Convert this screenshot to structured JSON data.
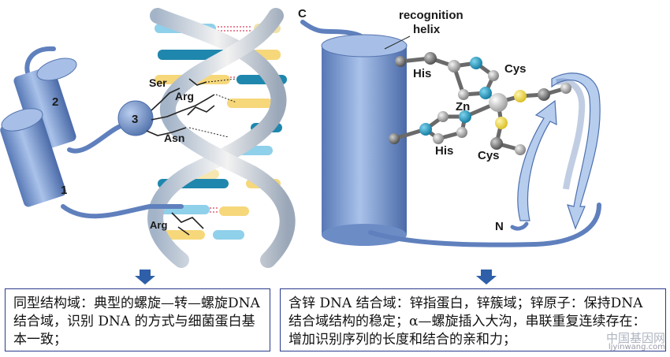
{
  "labels": {
    "helix_1": "1",
    "helix_2": "2",
    "helix_3": "3",
    "ser": "Ser",
    "arg_top": "Arg",
    "asn": "Asn",
    "arg_bottom": "Arg",
    "c_terminus": "C",
    "recognition_line1": "recognition",
    "recognition_line2": "helix",
    "his_top": "His",
    "cys_top": "Cys",
    "zn": "Zn",
    "his_bottom": "His",
    "cys_bottom": "Cys",
    "n_terminus": "N"
  },
  "captions": {
    "left": "同型结构域：典型的螺旋—转—螺旋DNA 结合域，识别 DNA 的方式与细菌蛋白基本一致；",
    "right": "含锌 DNA 结合域：锌指蛋白，锌簇域；锌原子：保持DNA 结合域结构的稳定；α—螺旋插入大沟，串联重复连续存在：增加识别序列的长度和结合的亲和力；"
  },
  "watermark": {
    "line1": "中国基因网",
    "line2": "ljyinwang.com"
  },
  "colors": {
    "helix_blue": "#7d9fd3",
    "helix_dark": "#4e70ad",
    "dna_backbone": "#c9c9c9",
    "base_blue": "#2a8fb4",
    "base_cyan": "#8fd0ea",
    "base_yellow": "#f6d77a",
    "zn_gray": "#c2c2c2",
    "sulfur_yellow": "#f3dd45",
    "nitrogen_teal": "#1f9cbd",
    "arrow_blue": "#2e5fa8",
    "box_border": "#2b3a8c"
  }
}
